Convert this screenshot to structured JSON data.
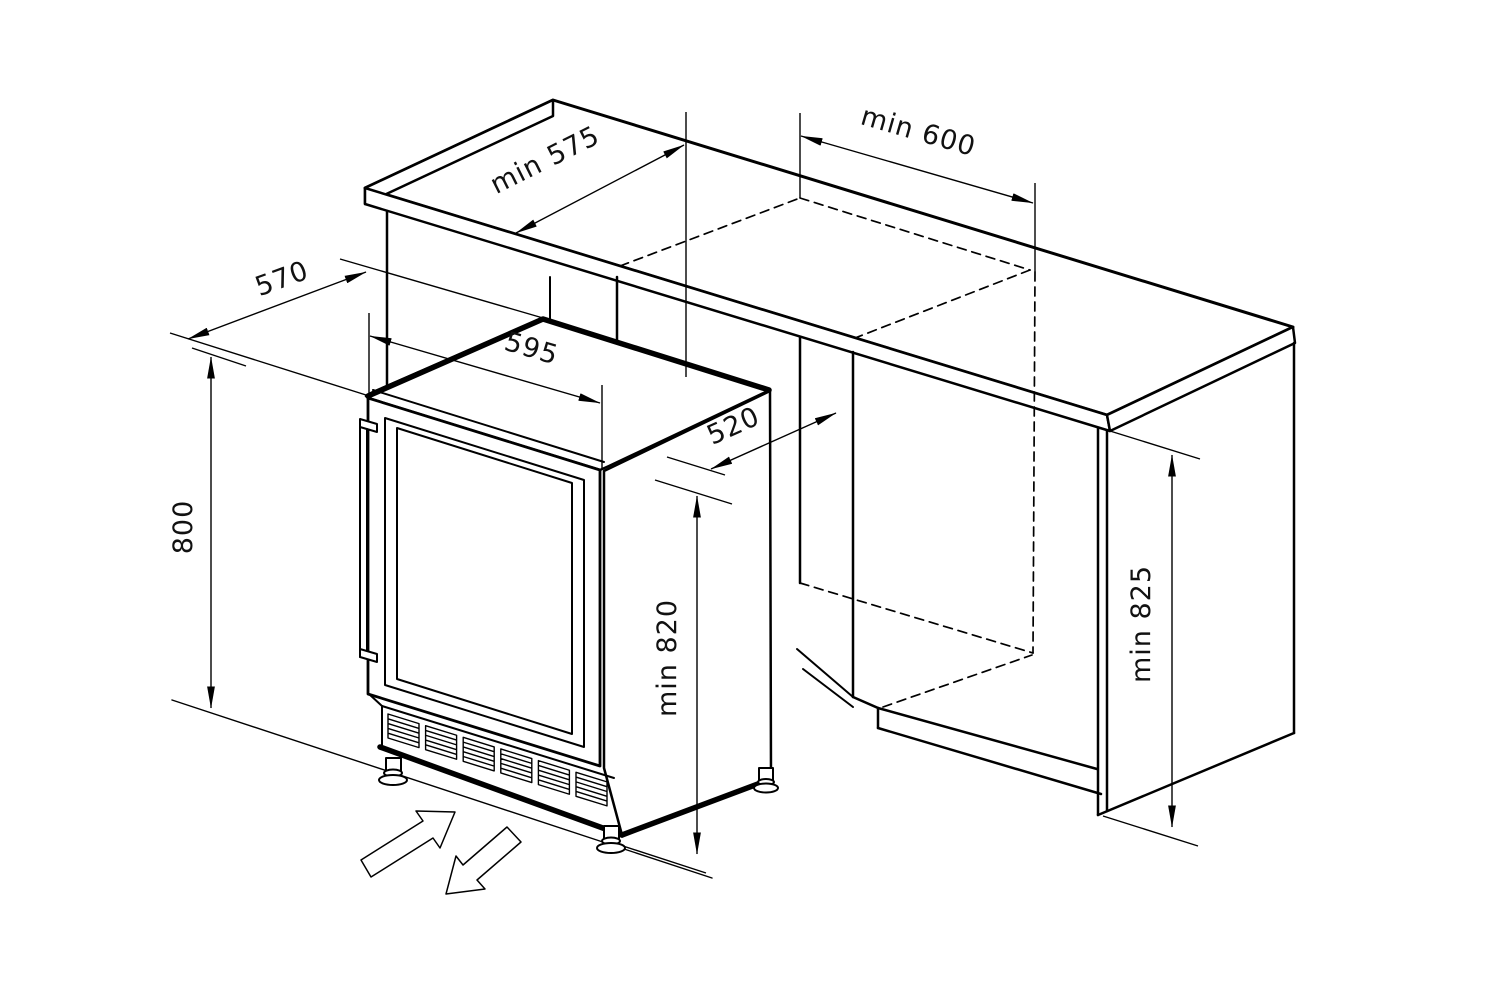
{
  "page": {
    "background": "#ffffff",
    "ink": "#000000",
    "drawing_kind": "isometric built-in appliance installation dimension drawing"
  },
  "labels": {
    "counter_depth": "min 575",
    "niche_width": "min 600",
    "total_depth": "570",
    "appliance_width": "595",
    "appliance_depth": "520",
    "undercounter_height": "800",
    "appliance_height": "min 820",
    "niche_height": "min 825"
  },
  "icons": {
    "slide_in_arrow": "block arrow pointing toward niche",
    "slide_out_arrow": "block arrow pointing away from niche"
  }
}
